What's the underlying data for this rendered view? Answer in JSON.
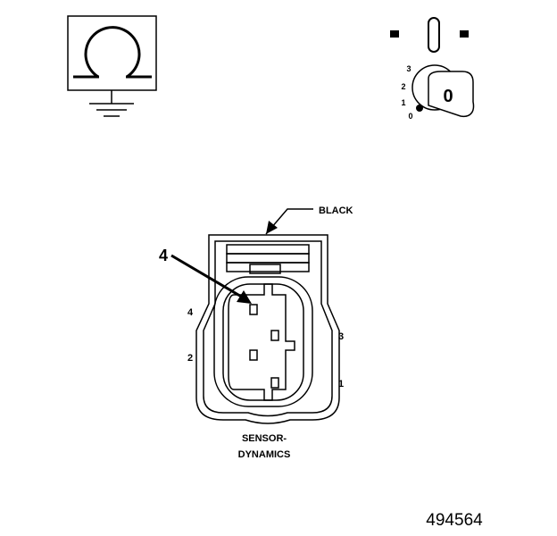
{
  "meter_symbol": {
    "glyph": "Ω",
    "icon": "ohmmeter-icon",
    "ground_icon": "ground-icon"
  },
  "ignition_switch": {
    "icon": "ignition-key-icon",
    "positions": [
      "3",
      "2",
      "1",
      "0"
    ],
    "key_glyph": "0"
  },
  "connector": {
    "color_label": "BLACK",
    "pointer_label": "4",
    "pins": [
      {
        "number": "4"
      },
      {
        "number": "2"
      },
      {
        "number": "3"
      },
      {
        "number": "1"
      }
    ],
    "component_name_line1": "SENSOR-",
    "component_name_line2": "DYNAMICS"
  },
  "figure_number": "494564"
}
